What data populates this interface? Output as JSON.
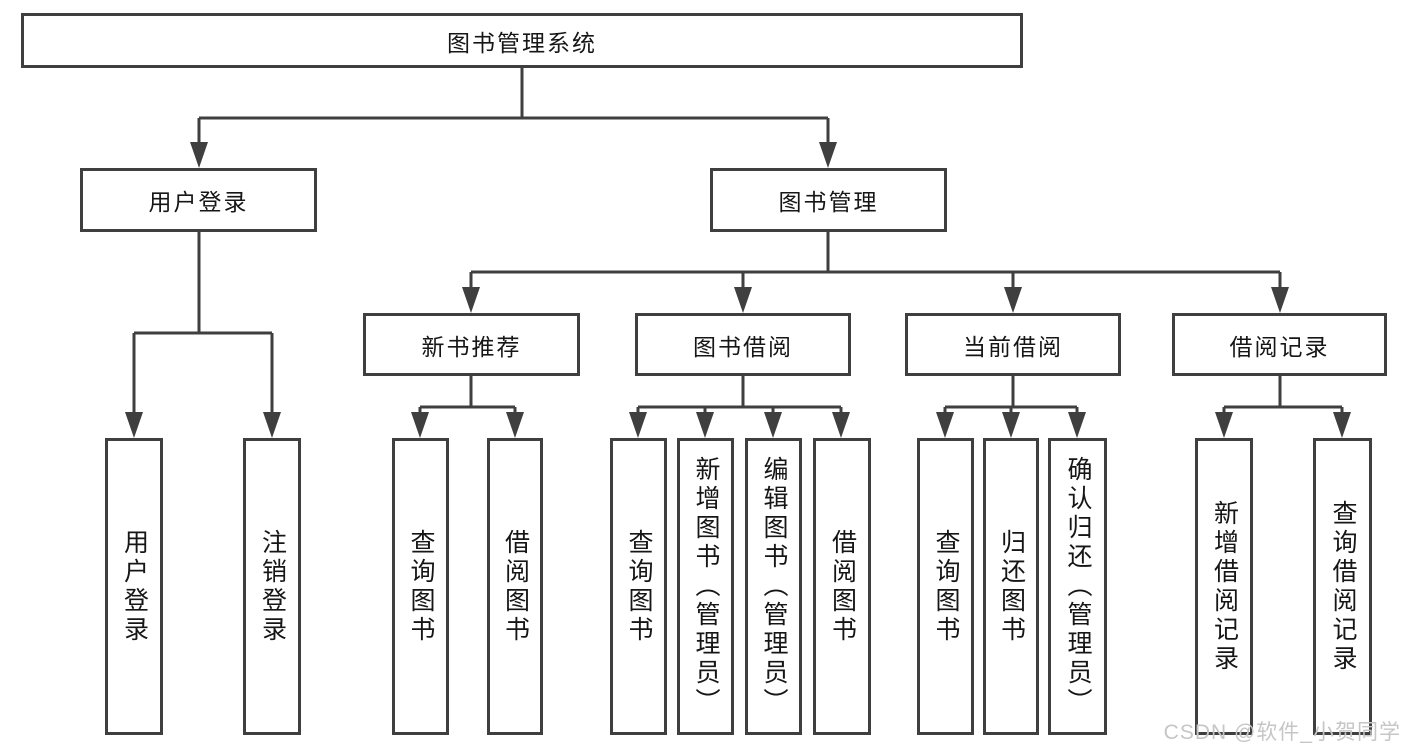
{
  "diagram": {
    "title": "图书管理系统",
    "colors": {
      "line": "#3f3f3f",
      "text": "#161616",
      "background": "#ffffff",
      "watermark": "#c6c6c6"
    },
    "tree": {
      "label": "图书管理系统",
      "children": [
        {
          "label": "用户登录",
          "children": [
            {
              "label": "用户登录"
            },
            {
              "label": "注销登录"
            }
          ]
        },
        {
          "label": "图书管理",
          "children": [
            {
              "label": "新书推荐",
              "children": [
                {
                  "label": "查询图书"
                },
                {
                  "label": "借阅图书"
                }
              ]
            },
            {
              "label": "图书借阅",
              "children": [
                {
                  "label": "查询图书"
                },
                {
                  "label": "新增图书（管理员）"
                },
                {
                  "label": "编辑图书（管理员）"
                },
                {
                  "label": "借阅图书"
                }
              ]
            },
            {
              "label": "当前借阅",
              "children": [
                {
                  "label": "查询图书"
                },
                {
                  "label": "归还图书"
                },
                {
                  "label": "确认归还（管理员）"
                }
              ]
            },
            {
              "label": "借阅记录",
              "children": [
                {
                  "label": "新增借阅记录"
                },
                {
                  "label": "查询借阅记录"
                }
              ]
            }
          ]
        }
      ]
    },
    "watermark": {
      "text": "CSDN @软件_小贺同学"
    }
  }
}
